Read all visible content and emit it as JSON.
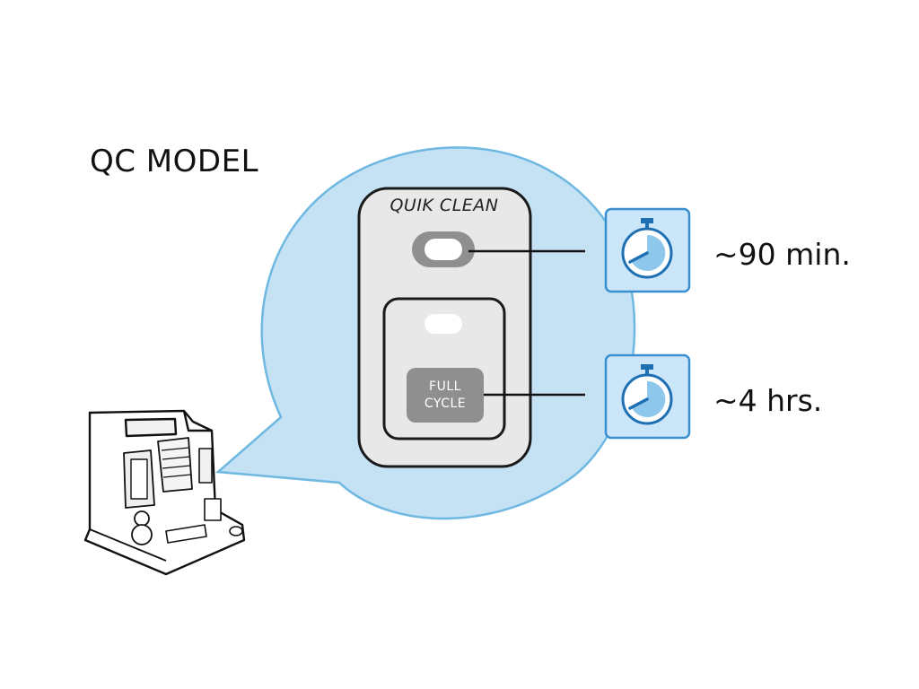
{
  "title": "QC MODEL",
  "panel": {
    "label": "QUIK CLEAN",
    "full_cycle_line1": "FULL",
    "full_cycle_line2": "CYCLE"
  },
  "timers": [
    {
      "label": "~90 min.",
      "icon": "stopwatch-icon"
    },
    {
      "label": "~4 hrs.",
      "icon": "stopwatch-icon"
    }
  ],
  "colors": {
    "bubble_fill": "#c5e2f5",
    "bubble_stroke": "#6fb8e2",
    "timer_box": "#cbe6f8",
    "timer_border": "#3a8fd0",
    "panel_fill": "#e8e8e8",
    "button_gray": "#8f8f8f"
  }
}
